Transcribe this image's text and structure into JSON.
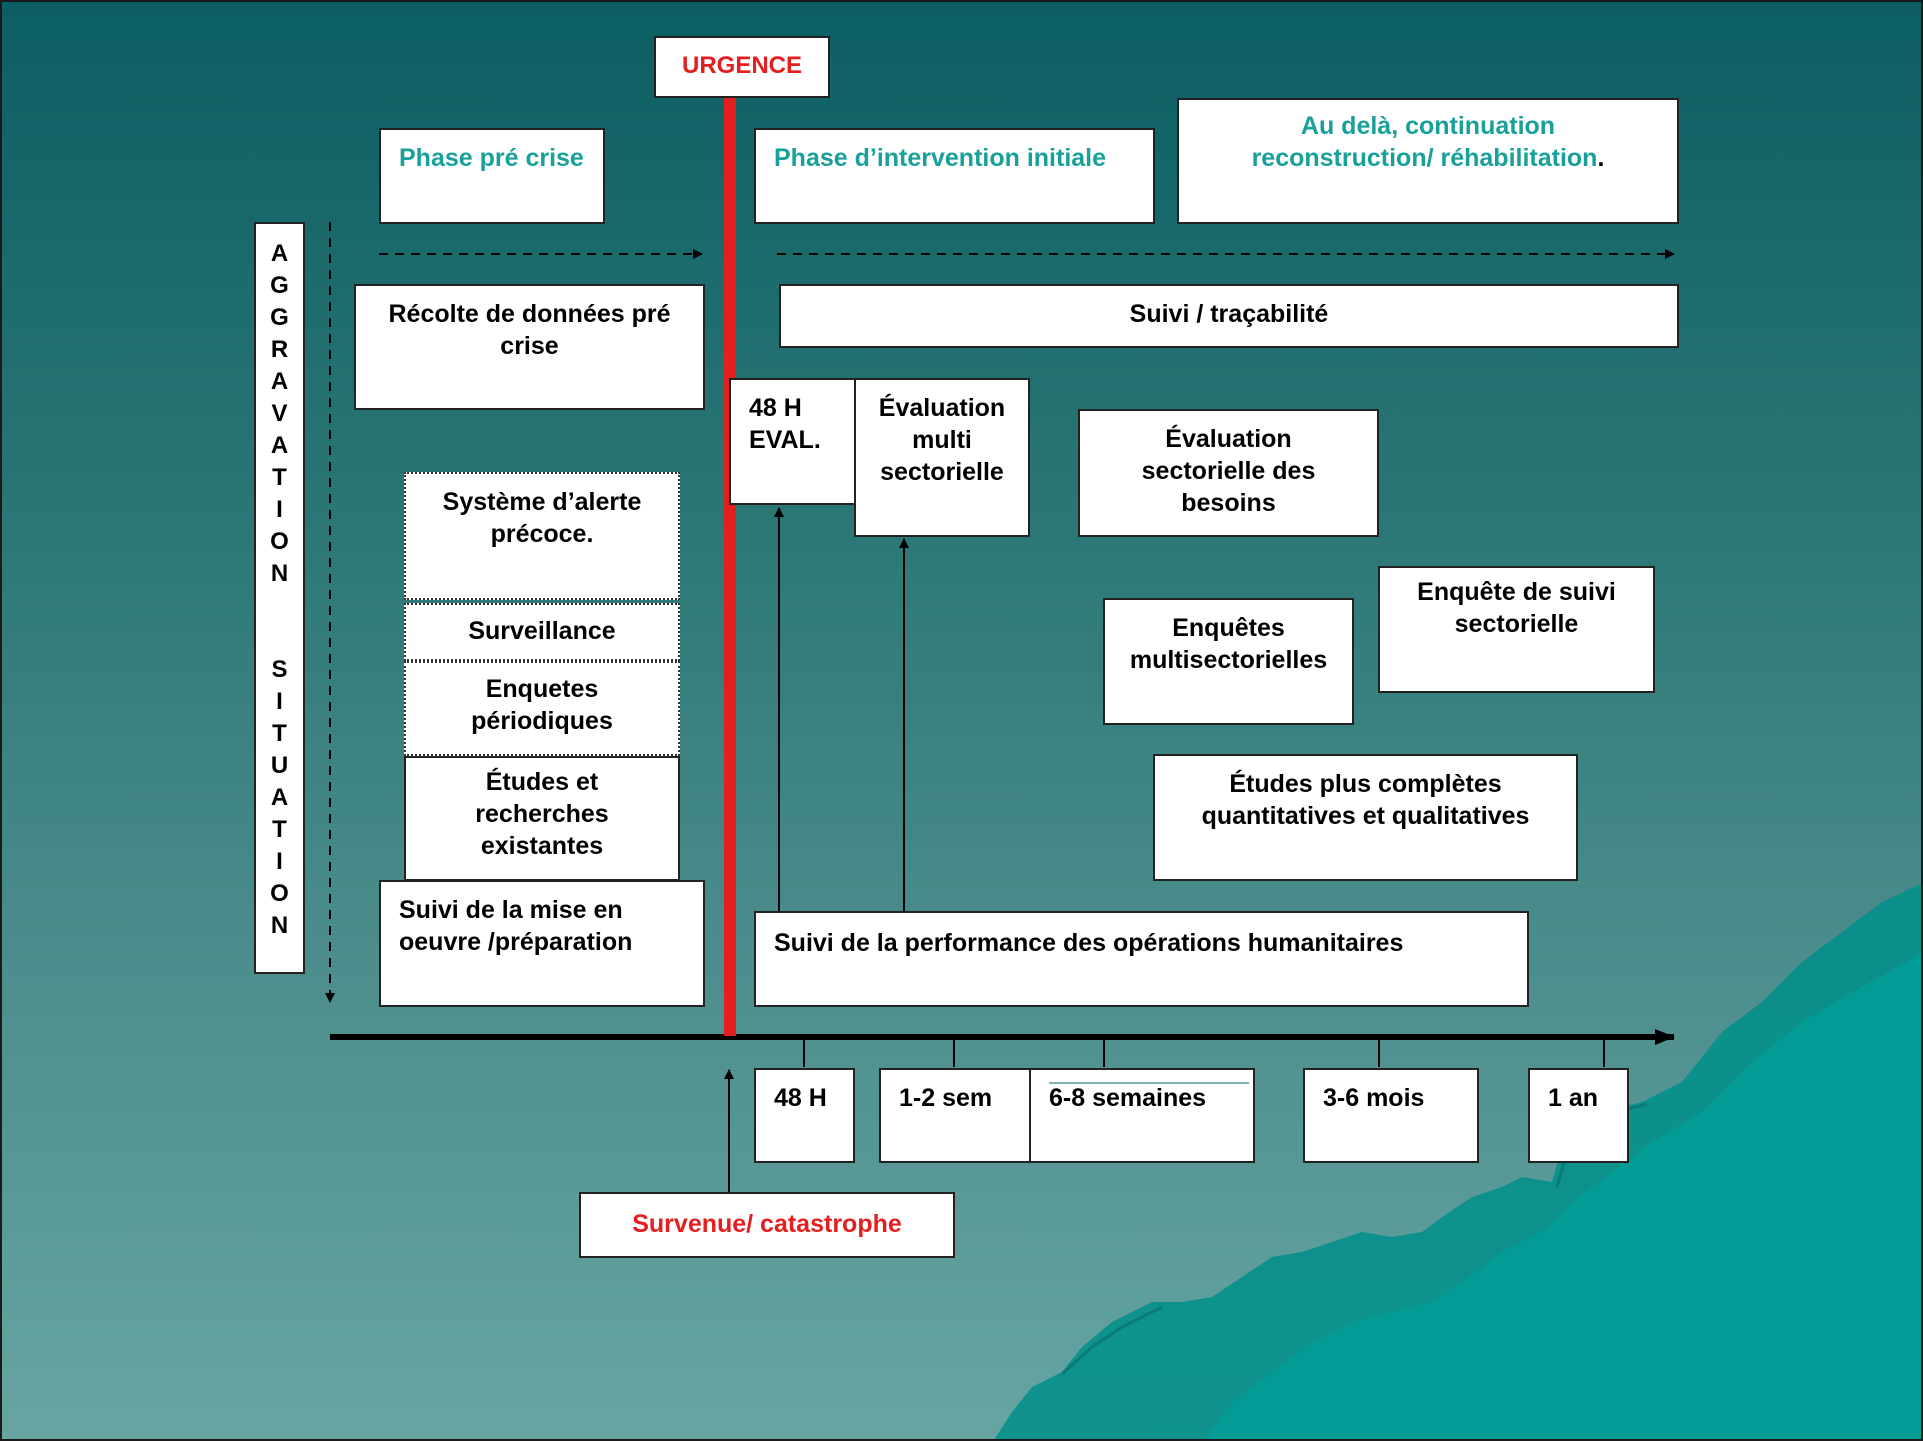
{
  "urgence": "URGENCE",
  "phases": {
    "pre_crise": "Phase pré crise",
    "intervention": "Phase d’intervention initiale",
    "au_dela_line1": "Au delà, continuation",
    "au_dela_line2": "reconstruction/ réhabilitation",
    "au_dela_dot": "."
  },
  "vertical_label": "AGGRAVATION  SITUATION",
  "boxes": {
    "recolte": "Récolte de données pré crise",
    "suivi_tracabilite": "Suivi / traçabilité",
    "eval_48h": "48 H EVAL.",
    "eval_multi": "Évaluation multi sectorielle",
    "eval_sectorielle": "Évaluation sectorielle des besoins",
    "systeme_alerte": "Système d’alerte précoce.",
    "surveillance": "Surveillance",
    "enquetes_periodiques": "Enquetes périodiques",
    "etudes_existantes": "Études et recherches existantes",
    "suivi_mise_en_oeuvre": "Suivi de la mise en oeuvre /préparation",
    "enquete_suivi_sectorielle": "Enquête de suivi sectorielle",
    "enquetes_multi": "Enquêtes multisectorielles",
    "etudes_completes": "Études plus complètes quantitatives et qualitatives",
    "suivi_performance": "Suivi de la performance des opérations  humanitaires"
  },
  "timeline": [
    "48 H",
    "1-2 sem",
    "6-8 semaines",
    "3-6  mois",
    "1 an"
  ],
  "survenue": "Survenue/ catastrophe",
  "colors": {
    "teal_text": "#19a09a",
    "red": "#e31f1f",
    "background_top": "#0b5e63",
    "background_bottom": "#66a5a2"
  }
}
